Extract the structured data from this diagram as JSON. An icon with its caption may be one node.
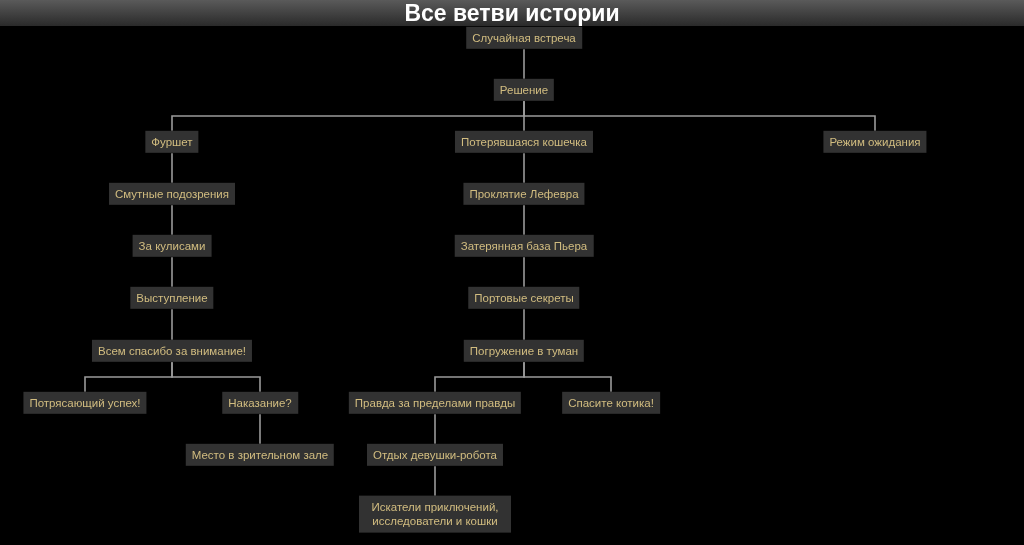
{
  "diagram": {
    "title": "Все ветви истории",
    "nodes": [
      {
        "text": [
          "Случайная встреча"
        ]
      },
      {
        "text": [
          "Решение"
        ]
      },
      {
        "text": [
          "Фуршет"
        ]
      },
      {
        "text": [
          "Потерявшаяся кошечка"
        ]
      },
      {
        "text": [
          "Режим ожидания"
        ]
      },
      {
        "text": [
          "Смутные подозрения"
        ]
      },
      {
        "text": [
          "Проклятие Лефевра"
        ]
      },
      {
        "text": [
          "За кулисами"
        ]
      },
      {
        "text": [
          "Затерянная база Пьера"
        ]
      },
      {
        "text": [
          "Выступление"
        ]
      },
      {
        "text": [
          "Портовые секреты"
        ]
      },
      {
        "text": [
          "Всем спасибо за внимание!"
        ]
      },
      {
        "text": [
          "Погружение в туман"
        ]
      },
      {
        "text": [
          "Потрясающий успех!"
        ]
      },
      {
        "text": [
          "Наказание?"
        ]
      },
      {
        "text": [
          "Правда за пределами правды"
        ]
      },
      {
        "text": [
          "Спасите котика!"
        ]
      },
      {
        "text": [
          "Место в зрительном зале"
        ]
      },
      {
        "text": [
          "Отдых девушки-робота"
        ]
      },
      {
        "text": [
          "Искатели приключений, исследователи и кошки"
        ]
      }
    ],
    "edges": [
      {
        "from": 0,
        "to": 1,
        "arrow": "none"
      },
      {
        "from": 1,
        "to": 2,
        "arrow": "none"
      },
      {
        "from": 1,
        "to": 3,
        "arrow": "none"
      },
      {
        "from": 1,
        "to": 4,
        "arrow": "none"
      },
      {
        "from": 2,
        "to": 5,
        "arrow": "none"
      },
      {
        "from": 5,
        "to": 7,
        "arrow": "none"
      },
      {
        "from": 7,
        "to": 9,
        "arrow": "none"
      },
      {
        "from": 9,
        "to": 11,
        "arrow": "none"
      },
      {
        "from": 11,
        "to": 13,
        "arrow": "none"
      },
      {
        "from": 11,
        "to": 14,
        "arrow": "none"
      },
      {
        "from": 14,
        "to": 17,
        "arrow": "none"
      },
      {
        "from": 3,
        "to": 6,
        "arrow": "none"
      },
      {
        "from": 6,
        "to": 8,
        "arrow": "none"
      },
      {
        "from": 8,
        "to": 10,
        "arrow": "none"
      },
      {
        "from": 10,
        "to": 12,
        "arrow": "none"
      },
      {
        "from": 12,
        "to": 15,
        "arrow": "none"
      },
      {
        "from": 12,
        "to": 16,
        "arrow": "none"
      },
      {
        "from": 15,
        "to": 18,
        "arrow": "none"
      },
      {
        "from": 18,
        "to": 19,
        "arrow": "none"
      }
    ]
  }
}
